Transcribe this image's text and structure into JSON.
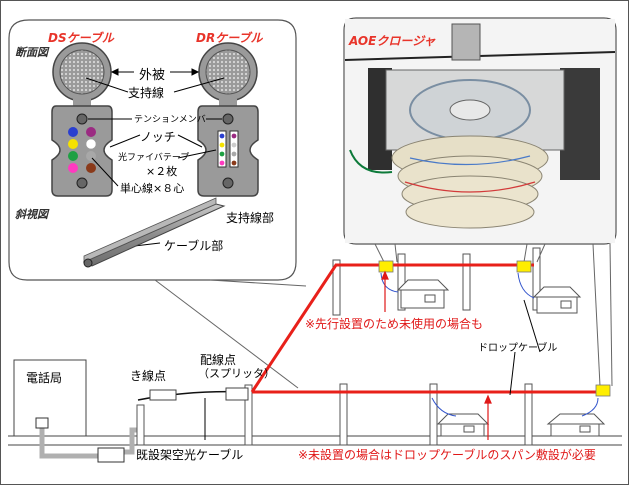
{
  "cable_panel": {
    "ds_title": "DSケーブル",
    "dr_title": "DRケーブル",
    "section_view": "断面図",
    "oblique_view": "斜視図",
    "labels": {
      "sheath": "外被",
      "support_wire": "支持線",
      "tension_member": "テンションメンバ",
      "notch": "ノッチ",
      "fiber_tape": "光ファイバテープ",
      "fiber_tape_count": "×２枚",
      "single_core": "単心線×８心",
      "support_part": "支持線部",
      "cable_part": "ケーブル部"
    }
  },
  "closure_panel": {
    "title": "AOEクロージャ"
  },
  "network": {
    "telephone_office": "電話局",
    "branch_point": "き線点",
    "distribution_point": "配線点",
    "splitter": "（スプリッタ）",
    "existing_cable": "既設架空光ケーブル",
    "drop_cable": "ドロップケーブル",
    "note_unused": "※先行設置のため未使用の場合も",
    "note_span": "※未設置の場合はドロップケーブルのスパン敷設が必要"
  },
  "colors": {
    "red_line": "#e8201a",
    "closure_yellow": "#ffee00",
    "panel_border": "#555555",
    "red_text": "#e01818"
  }
}
